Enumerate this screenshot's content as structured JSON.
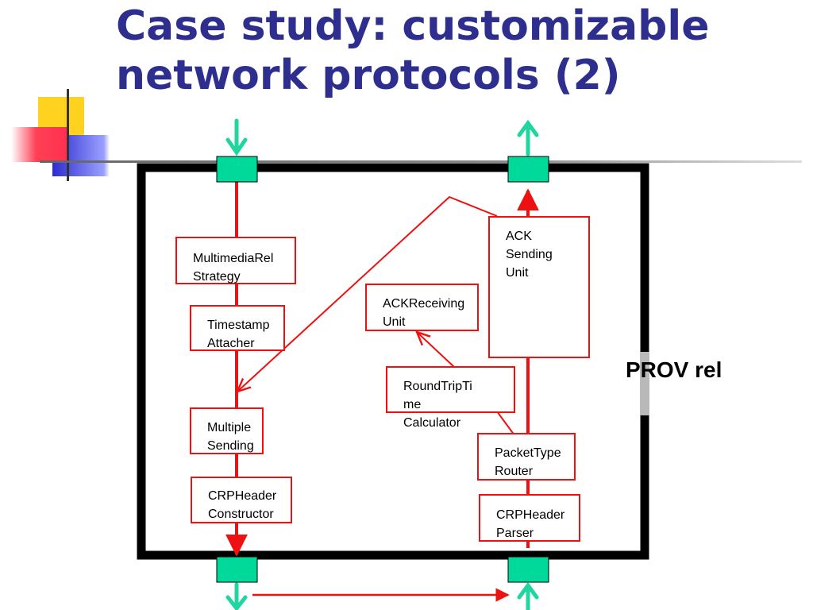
{
  "slide": {
    "title_line1": "Case study: customizable",
    "title_line2": "network protocols (2)",
    "side_label": "PROV rel"
  },
  "boxes": {
    "multimedia_rel": [
      "MultimediaRel",
      "Strategy"
    ],
    "timestamp_attacher": [
      "Timestamp",
      "Attacher"
    ],
    "multiple_sending": [
      "Multiple",
      "Sending"
    ],
    "crp_header_constructor": [
      "CRPHeader",
      "Constructor"
    ],
    "ack_receiving": [
      "ACKReceiving",
      "Unit"
    ],
    "round_trip_time": [
      "RoundTripTi",
      "me",
      "Calculator"
    ],
    "ack_sending": [
      "ACK",
      "Sending",
      "Unit"
    ],
    "packet_type_router": [
      "PacketType",
      "Router"
    ],
    "crp_header_parser": [
      "CRPHeader",
      "Parser"
    ]
  },
  "colors": {
    "title": "#2e2e8f",
    "frame": "#000000",
    "flow": "#ee1111",
    "port": "#00d99a",
    "port_arrow": "#1fd6a0"
  }
}
